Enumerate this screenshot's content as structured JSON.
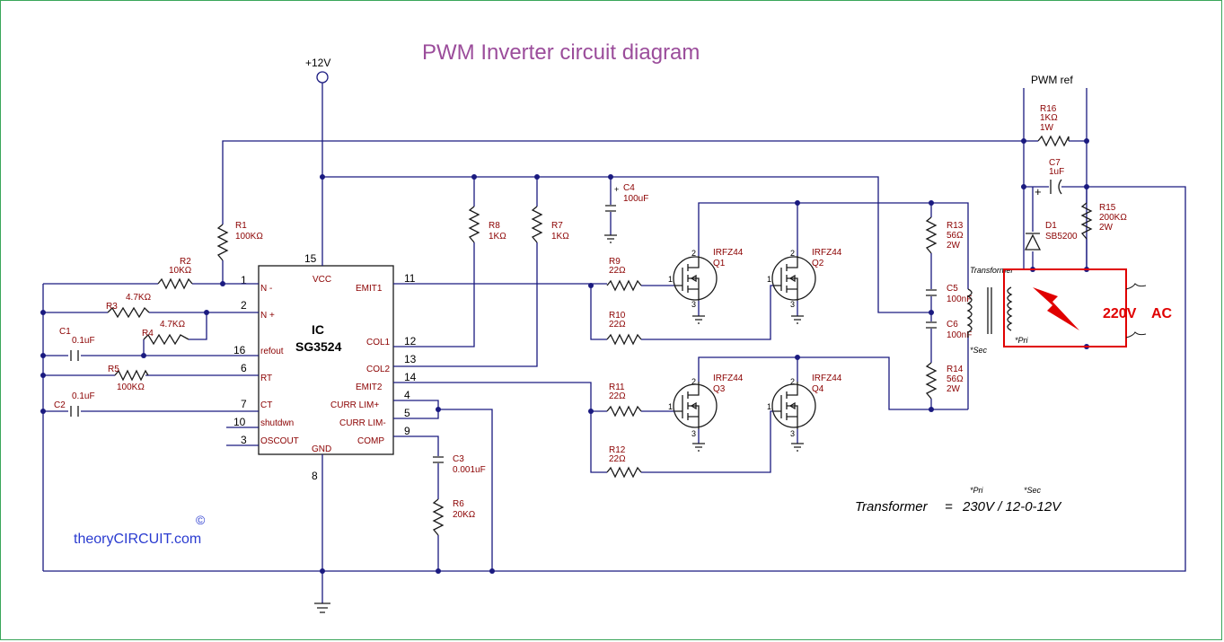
{
  "title": "PWM Inverter circuit diagram",
  "supply": "+12V",
  "pwm_ref": "PWM ref",
  "ic": {
    "name": "IC",
    "part": "SG3524",
    "pins": {
      "n_minus": {
        "num": "1",
        "name": "N -"
      },
      "n_plus": {
        "num": "2",
        "name": "N +"
      },
      "refout": {
        "num": "16",
        "name": "refout"
      },
      "rt": {
        "num": "6",
        "name": "RT"
      },
      "ct": {
        "num": "7",
        "name": "CT"
      },
      "shutdown": {
        "num": "10",
        "name": "shutdwn"
      },
      "oscout": {
        "num": "3",
        "name": "OSCOUT"
      },
      "vcc": {
        "num": "15",
        "name": "VCC"
      },
      "gnd": {
        "num": "8",
        "name": "GND"
      },
      "emit1": {
        "num": "11",
        "name": "EMIT1"
      },
      "col1": {
        "num": "12",
        "name": "COL1"
      },
      "col2": {
        "num": "13",
        "name": "COL2"
      },
      "emit2": {
        "num": "14",
        "name": "EMIT2"
      },
      "curr_lim_plus": {
        "num": "4",
        "name": "CURR LIM+"
      },
      "curr_lim_minus": {
        "num": "5",
        "name": "CURR LIM-"
      },
      "comp": {
        "num": "9",
        "name": "COMP"
      }
    }
  },
  "components": {
    "r1": {
      "ref": "R1",
      "val": "100KΩ"
    },
    "r2": {
      "ref": "R2",
      "val": "10KΩ"
    },
    "r3": {
      "ref": "R3",
      "val": "4.7KΩ"
    },
    "r4": {
      "ref": "R4",
      "val": "4.7KΩ"
    },
    "r5": {
      "ref": "R5",
      "val": "100KΩ"
    },
    "r6": {
      "ref": "R6",
      "val": "20KΩ"
    },
    "r7": {
      "ref": "R7",
      "val": "1KΩ"
    },
    "r8": {
      "ref": "R8",
      "val": "1KΩ"
    },
    "r9": {
      "ref": "R9",
      "val": "22Ω"
    },
    "r10": {
      "ref": "R10",
      "val": "22Ω"
    },
    "r11": {
      "ref": "R11",
      "val": "22Ω"
    },
    "r12": {
      "ref": "R12",
      "val": "22Ω"
    },
    "r13": {
      "ref": "R13",
      "val": "56Ω",
      "pw": "2W"
    },
    "r14": {
      "ref": "R14",
      "val": "56Ω",
      "pw": "2W"
    },
    "r15": {
      "ref": "R15",
      "val": "200KΩ",
      "pw": "2W"
    },
    "r16": {
      "ref": "R16",
      "val": "1KΩ",
      "pw": "1W"
    },
    "c1": {
      "ref": "C1",
      "val": "0.1uF"
    },
    "c2": {
      "ref": "C2",
      "val": "0.1uF"
    },
    "c3": {
      "ref": "C3",
      "val": "0.001uF"
    },
    "c4": {
      "ref": "C4",
      "val": "100uF"
    },
    "c5": {
      "ref": "C5",
      "val": "100nF"
    },
    "c6": {
      "ref": "C6",
      "val": "100nF"
    },
    "c7": {
      "ref": "C7",
      "val": "1uF"
    },
    "d1": {
      "ref": "D1",
      "val": "SB5200"
    },
    "q1": {
      "ref": "Q1",
      "val": "IRFZ44"
    },
    "q2": {
      "ref": "Q2",
      "val": "IRFZ44"
    },
    "q3": {
      "ref": "Q3",
      "val": "IRFZ44"
    },
    "q4": {
      "ref": "Q4",
      "val": "IRFZ44"
    }
  },
  "transformer": {
    "label": "Transformer",
    "sec": "*Sec",
    "pri": "*Pri"
  },
  "ac_output": {
    "volts": "220V",
    "type": "AC"
  },
  "formula": {
    "label": "Transformer",
    "eq": "=",
    "value": "230V / 12-0-12V",
    "pri_note": "*Pri",
    "sec_note": "*Sec"
  },
  "brand": {
    "prefix": "theory",
    "main": "CIRCUIT",
    "suffix": ".com",
    "copyright": "©"
  },
  "mosfet_pins": {
    "g": "1",
    "d": "2",
    "s": "3"
  },
  "colors": {
    "wire": "#1a1a80",
    "label": "#8b0000",
    "title": "#9b4d9b",
    "highlight": "#e00000",
    "brand": "#2a3bd0"
  }
}
